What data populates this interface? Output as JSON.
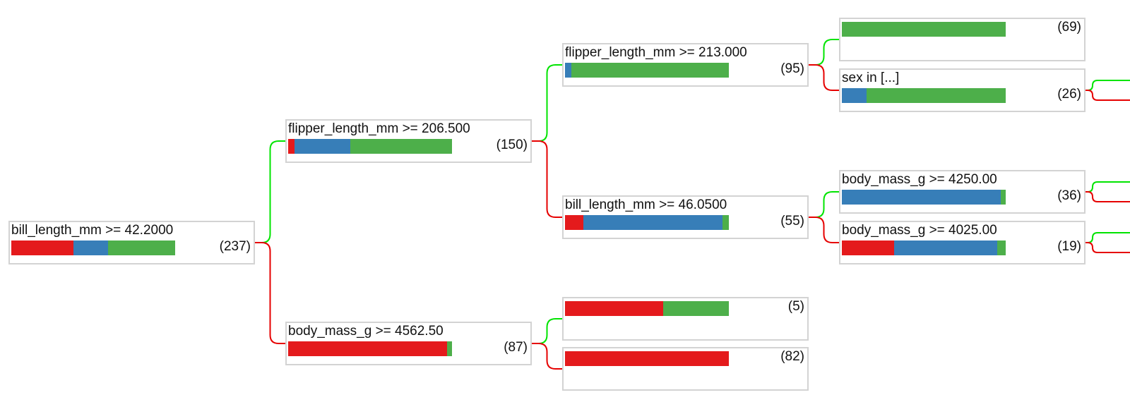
{
  "colors": {
    "class_a": "#e41a1c",
    "class_b": "#377eb8",
    "class_c": "#4daf4a",
    "edge_true": "#00e400",
    "edge_false": "#e60000",
    "border": "#d3d3d3"
  },
  "nodes": [
    {
      "id": "root",
      "split": "bill_length_mm >= 42.2000",
      "count": "(237)",
      "dist": [
        0.38,
        0.21,
        0.41
      ]
    },
    {
      "id": "n_L",
      "split": "flipper_length_mm >= 206.500",
      "count": "(150)",
      "dist": [
        0.04,
        0.34,
        0.62
      ]
    },
    {
      "id": "n_R",
      "split": "body_mass_g >= 4562.50",
      "count": "(87)",
      "dist": [
        0.97,
        0,
        0.03
      ]
    },
    {
      "id": "n_LL",
      "split": "flipper_length_mm >= 213.000",
      "count": "(95)",
      "dist": [
        0,
        0.04,
        0.96
      ]
    },
    {
      "id": "n_LR",
      "split": "bill_length_mm >= 46.0500",
      "count": "(55)",
      "dist": [
        0.11,
        0.85,
        0.04
      ]
    },
    {
      "id": "n_RL",
      "split": "",
      "count": "(5)",
      "dist": [
        0.6,
        0,
        0.4
      ]
    },
    {
      "id": "n_RR",
      "split": "",
      "count": "(82)",
      "dist": [
        1,
        0,
        0
      ]
    },
    {
      "id": "n_LLL",
      "split": "",
      "count": "(69)",
      "dist": [
        0,
        0,
        1
      ]
    },
    {
      "id": "n_LLR",
      "split": "sex in [...]",
      "count": "(26)",
      "dist": [
        0,
        0.15,
        0.85
      ]
    },
    {
      "id": "n_LRL",
      "split": "body_mass_g >= 4250.00",
      "count": "(36)",
      "dist": [
        0,
        0.97,
        0.03
      ]
    },
    {
      "id": "n_LRR",
      "split": "body_mass_g >= 4025.00",
      "count": "(19)",
      "dist": [
        0.32,
        0.63,
        0.05
      ]
    }
  ],
  "edges": [
    {
      "from": "root",
      "to": "n_L",
      "branch": "true"
    },
    {
      "from": "root",
      "to": "n_R",
      "branch": "false"
    },
    {
      "from": "n_L",
      "to": "n_LL",
      "branch": "true"
    },
    {
      "from": "n_L",
      "to": "n_LR",
      "branch": "false"
    },
    {
      "from": "n_R",
      "to": "n_RL",
      "branch": "true"
    },
    {
      "from": "n_R",
      "to": "n_RR",
      "branch": "false"
    },
    {
      "from": "n_LL",
      "to": "n_LLL",
      "branch": "true"
    },
    {
      "from": "n_LL",
      "to": "n_LLR",
      "branch": "false"
    },
    {
      "from": "n_LR",
      "to": "n_LRL",
      "branch": "true"
    },
    {
      "from": "n_LR",
      "to": "n_LRR",
      "branch": "false"
    },
    {
      "from": "n_LLR",
      "to": "",
      "branch": "true"
    },
    {
      "from": "n_LLR",
      "to": "",
      "branch": "false"
    },
    {
      "from": "n_LRL",
      "to": "",
      "branch": "true"
    },
    {
      "from": "n_LRL",
      "to": "",
      "branch": "false"
    },
    {
      "from": "n_LRR",
      "to": "",
      "branch": "true"
    },
    {
      "from": "n_LRR",
      "to": "",
      "branch": "false"
    }
  ]
}
